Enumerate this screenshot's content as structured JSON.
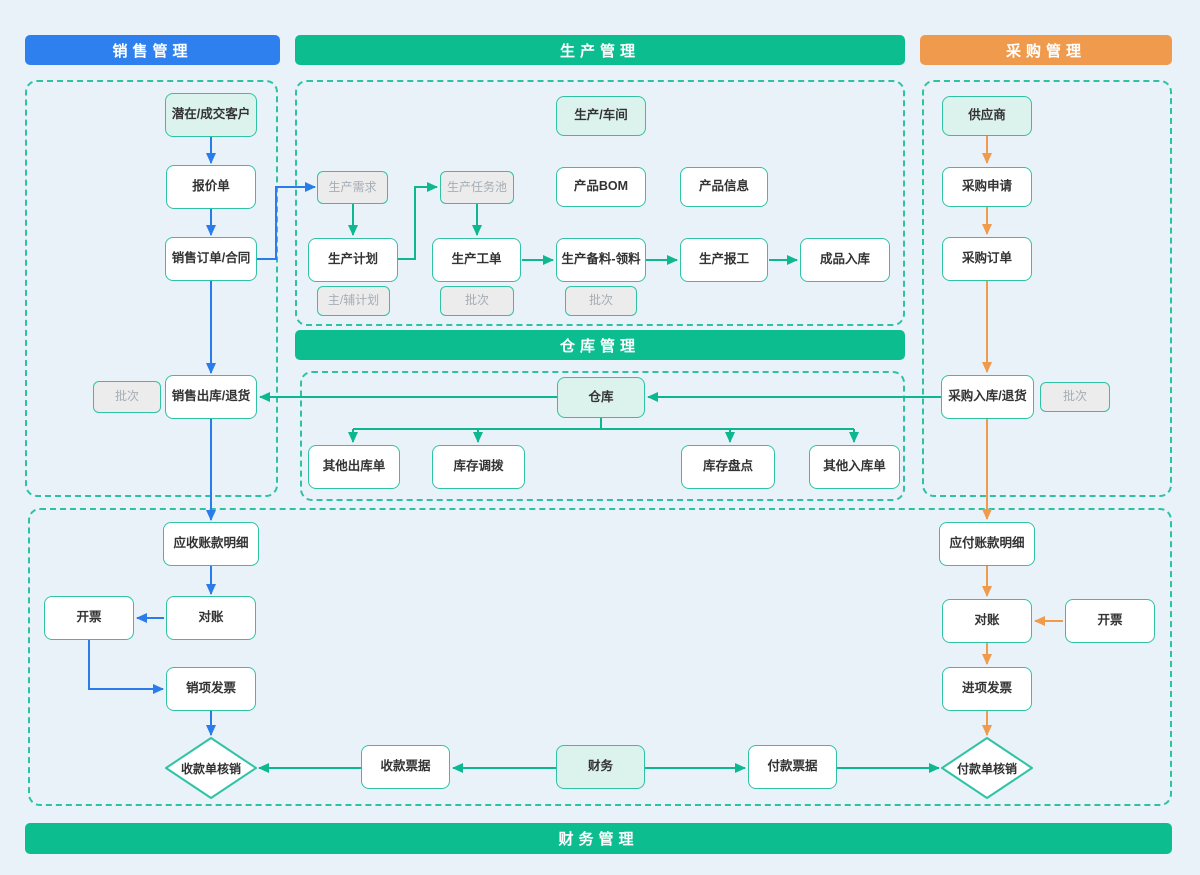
{
  "headers": {
    "sales": "销售管理",
    "production": "生产管理",
    "purchase": "采购管理",
    "warehouse": "仓库管理",
    "finance": "财务管理"
  },
  "colors": {
    "sales_blue": "#2e80ee",
    "process_green": "#0cbd90",
    "purchase_orange": "#ef9a4c",
    "node_border_green": "#2fc3a4",
    "soft_fill_green": "#dcf2ec",
    "muted_fill_gray": "#ececec",
    "muted_text_gray": "#a5adb5",
    "arrow_blue": "#2b7ceb",
    "arrow_green": "#0db890",
    "arrow_orange": "#f09a4c",
    "background": "#e9f1f9"
  },
  "nodes": {
    "customer": {
      "label": "潜在/成交客户"
    },
    "quote": {
      "label": "报价单"
    },
    "sales_order": {
      "label": "销售订单/合同"
    },
    "demand": {
      "label": "生产需求"
    },
    "taskpool": {
      "label": "生产任务池"
    },
    "workshop": {
      "label": "生产/车间"
    },
    "bom": {
      "label": "产品BOM"
    },
    "product_info": {
      "label": "产品信息"
    },
    "plan": {
      "label": "生产计划"
    },
    "work_order": {
      "label": "生产工单"
    },
    "materials": {
      "label": "生产备料-领料"
    },
    "report": {
      "label": "生产报工"
    },
    "finished": {
      "label": "成品入库"
    },
    "main_plan": {
      "label": "主/辅计划"
    },
    "batch_a": {
      "label": "批次"
    },
    "batch_b": {
      "label": "批次"
    },
    "supplier": {
      "label": "供应商"
    },
    "purchase_req": {
      "label": "采购申请"
    },
    "purchase_order": {
      "label": "采购订单"
    },
    "batch_left": {
      "label": "批次"
    },
    "sales_out": {
      "label": "销售出库/退货"
    },
    "warehouse": {
      "label": "仓库"
    },
    "other_out": {
      "label": "其他出库单"
    },
    "transfer": {
      "label": "库存调拨"
    },
    "stocktake": {
      "label": "库存盘点"
    },
    "other_in": {
      "label": "其他入库单"
    },
    "purchase_in": {
      "label": "采购入库/退货"
    },
    "batch_right": {
      "label": "批次"
    },
    "ar_detail": {
      "label": "应收账款明细"
    },
    "recon_l": {
      "label": "对账"
    },
    "invoice_l": {
      "label": "开票"
    },
    "sales_invoice": {
      "label": "销项发票"
    },
    "receipt_verify": {
      "label": "收款单核销"
    },
    "receipt_note": {
      "label": "收款票据"
    },
    "finance": {
      "label": "财务"
    },
    "payment_note": {
      "label": "付款票据"
    },
    "ap_detail": {
      "label": "应付账款明细"
    },
    "recon_r": {
      "label": "对账"
    },
    "invoice_r": {
      "label": "开票"
    },
    "purchase_invoice": {
      "label": "进项发票"
    },
    "pay_verify": {
      "label": "付款单核销"
    }
  }
}
